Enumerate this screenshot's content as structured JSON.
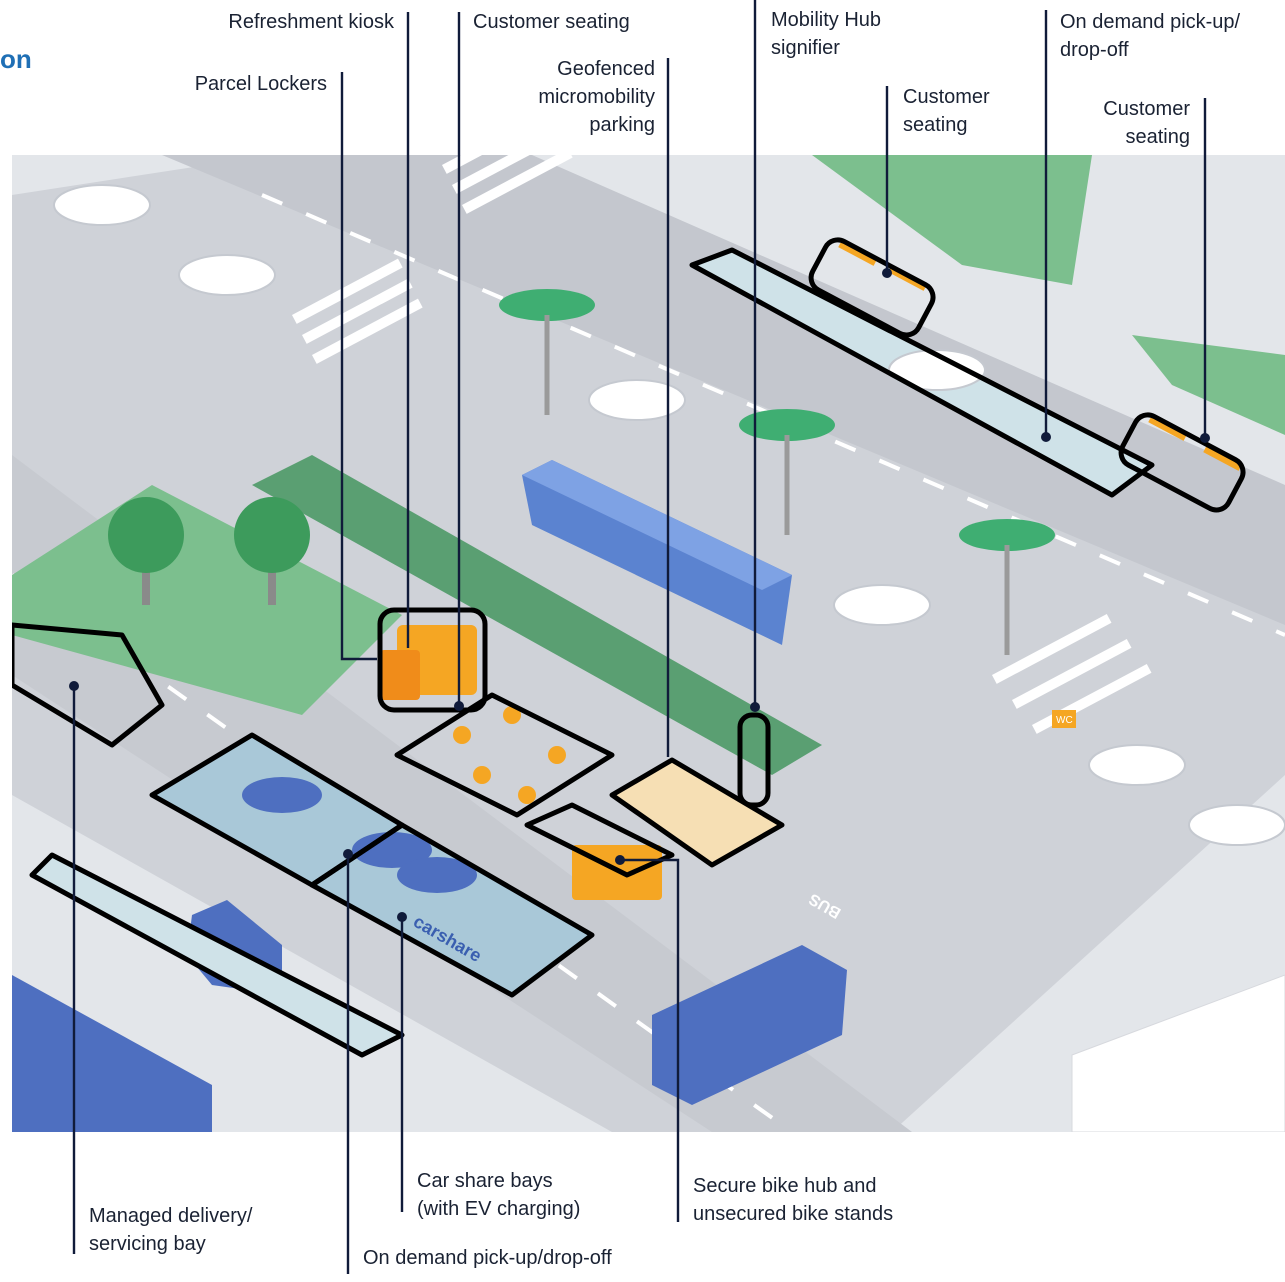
{
  "title_fragment": "on",
  "labels": {
    "refreshment_kiosk": "Refreshment kiosk",
    "customer_seating_top": "Customer seating",
    "mobility_hub_signifier": [
      "Mobility Hub",
      "signifier"
    ],
    "on_demand_top": [
      "On demand pick-up/",
      "drop-off"
    ],
    "parcel_lockers": "Parcel Lockers",
    "geofenced": [
      "Geofenced",
      "micromobility",
      "parking"
    ],
    "customer_seating_mid": [
      "Customer",
      "seating"
    ],
    "customer_seating_right": [
      "Customer",
      "seating"
    ],
    "car_share_bays": [
      "Car share bays",
      "(with EV charging)"
    ],
    "secure_bike_hub": [
      "Secure bike hub and",
      "unsecured bike stands"
    ],
    "managed_delivery": [
      "Managed delivery/",
      "servicing bay"
    ],
    "on_demand_bottom": "On demand pick-up/drop-off"
  },
  "scene_text": {
    "car_share_marking": "carshare",
    "bus_marking": "BUS",
    "wc_sign": "WC"
  },
  "colors": {
    "title_blue": "#1f6fb5",
    "leader_navy": "#101b3a",
    "orange": "#f5a623",
    "green_plaza": "#7cbf8e",
    "tram_blue": "#5b83d0",
    "road_grey": "#c9ccd3",
    "bay_blue": "#a9c8d8"
  }
}
